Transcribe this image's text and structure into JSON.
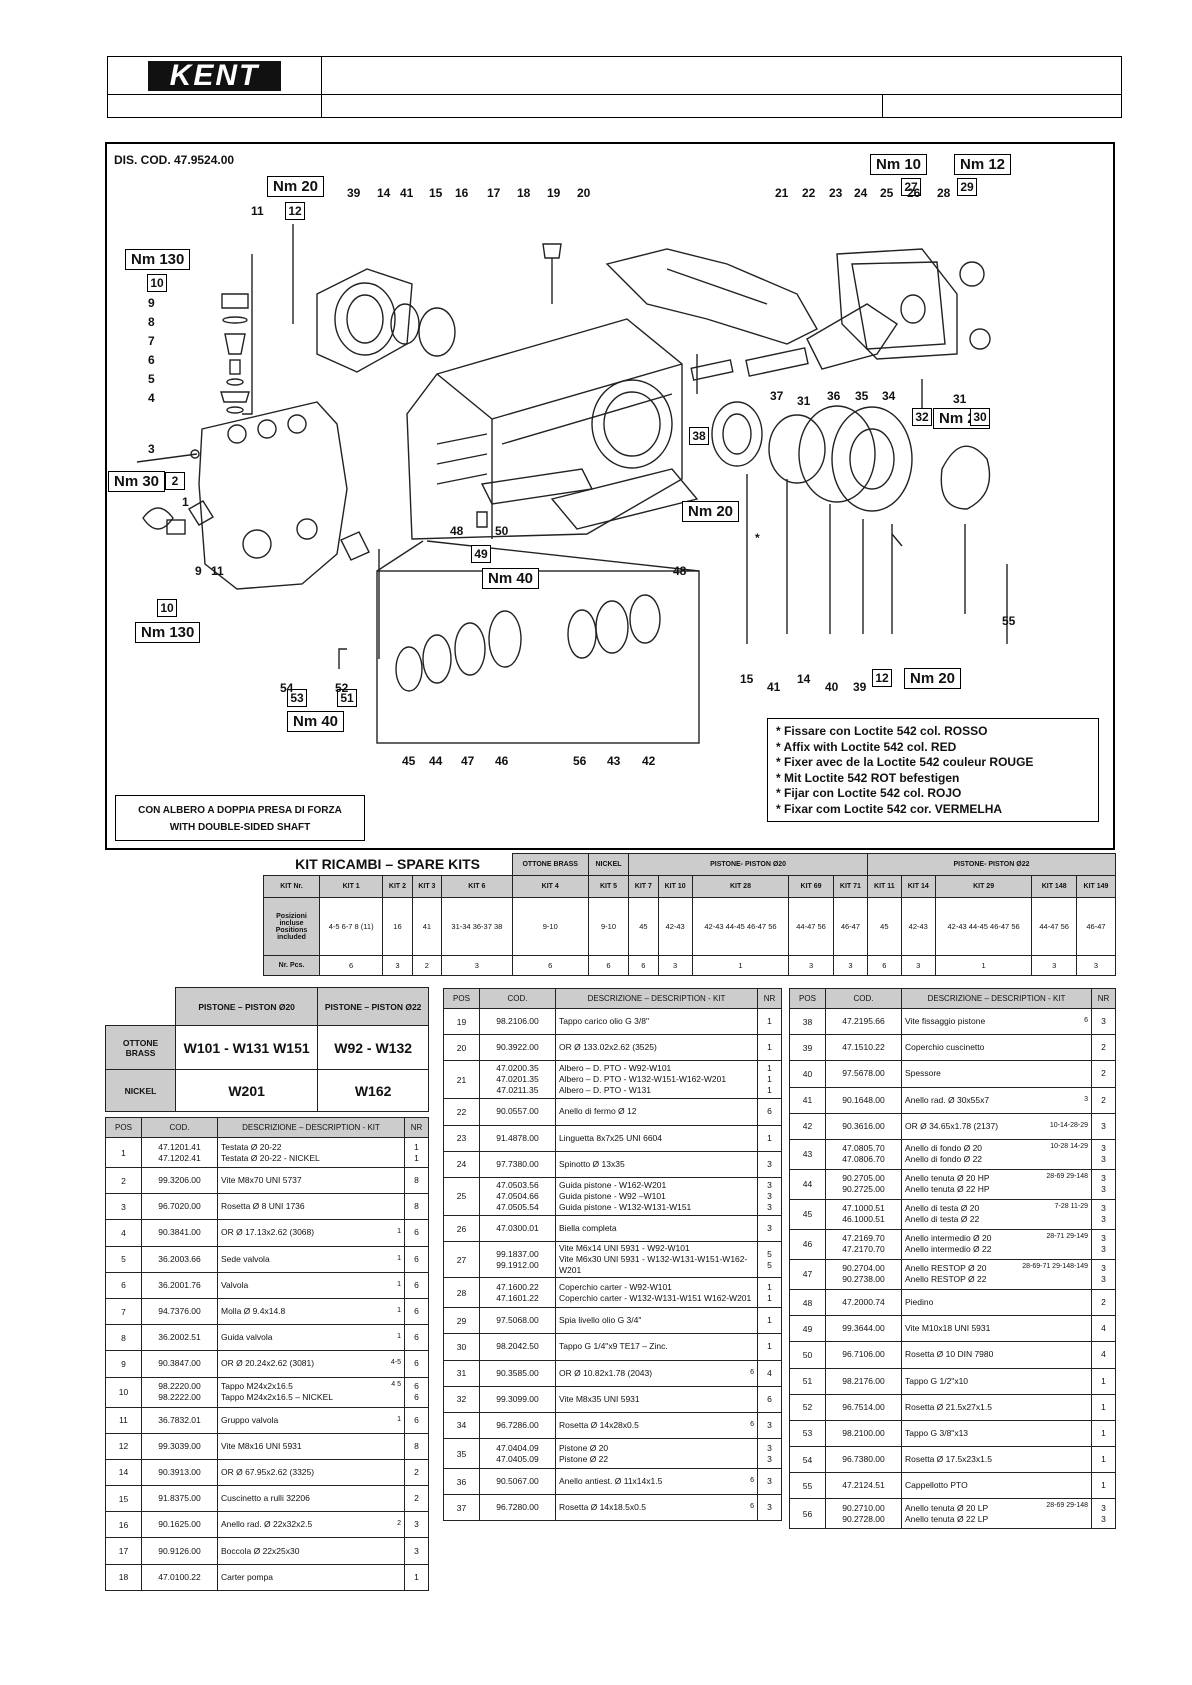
{
  "header": {
    "brand": "KENT"
  },
  "drawing": {
    "dis_code": "DIS. COD. 47.9524.00",
    "torques": [
      "Nm 20",
      "Nm 130",
      "Nm 30",
      "Nm 130",
      "Nm 40",
      "Nm 40",
      "Nm 20",
      "Nm 10",
      "Nm 12",
      "Nm 20",
      "Nm 20"
    ],
    "boxed_positions": [
      "12",
      "10",
      "2",
      "10",
      "49",
      "53",
      "51",
      "38",
      "27",
      "29",
      "32",
      "30",
      "12"
    ],
    "callouts": [
      "11",
      "39",
      "14",
      "41",
      "15",
      "16",
      "17",
      "18",
      "19",
      "20",
      "9",
      "8",
      "7",
      "6",
      "5",
      "4",
      "3",
      "1",
      "9",
      "11",
      "48",
      "50",
      "48",
      "21",
      "22",
      "23",
      "24",
      "25",
      "26",
      "28",
      "37",
      "31",
      "36",
      "35",
      "34",
      "31",
      "*",
      "15",
      "41",
      "14",
      "40",
      "39",
      "55",
      "54",
      "52",
      "45",
      "44",
      "47",
      "46",
      "56",
      "43",
      "42"
    ],
    "loctite_notes": [
      "* Fissare con Loctite 542 col. ROSSO",
      "* Affix with Loctite 542 col. RED",
      "* Fixer avec de la Loctite 542 couleur ROUGE",
      "* Mit Loctite 542 ROT befestigen",
      "* Fijar con Loctite 542 col. ROJO",
      "* Fixar com Loctite 542 cor. VERMELHA"
    ],
    "shaft_note": [
      "CON ALBERO A DOPPIA PRESA DI FORZA",
      "WITH DOUBLE-SIDED SHAFT"
    ]
  },
  "kits": {
    "title": "KIT RICAMBI – SPARE KITS",
    "group_brass": "OTTONE BRASS",
    "group_nickel": "NICKEL",
    "group_p20": "PISTONE- PISTON Ø20",
    "group_p22": "PISTONE- PISTON Ø22",
    "row_kit_label": "KIT Nr.",
    "row_pos_label": "Posizioni incluse Positions included",
    "row_pcs_label": "Nr. Pcs.",
    "names": [
      "KIT 1",
      "KIT 2",
      "KIT 3",
      "KIT 6",
      "KIT 4",
      "KIT 5",
      "KIT 7",
      "KIT 10",
      "KIT 28",
      "KIT 69",
      "KIT 71",
      "KIT 11",
      "KIT 14",
      "KIT 29",
      "KIT 148",
      "KIT 149"
    ],
    "positions": [
      "4-5 6-7 8 (11)",
      "16",
      "41",
      "31-34 36-37 38",
      "9-10",
      "9-10",
      "45",
      "42-43",
      "42-43 44-45 46-47 56",
      "44-47 56",
      "46-47",
      "45",
      "42-43",
      "42-43 44-45 46-47 56",
      "44-47 56",
      "46-47"
    ],
    "pcs": [
      "6",
      "3",
      "2",
      "3",
      "6",
      "6",
      "6",
      "3",
      "1",
      "3",
      "3",
      "6",
      "3",
      "1",
      "3",
      "3"
    ]
  },
  "pistons": {
    "h20": "PISTONE – PISTON Ø20",
    "h22": "PISTONE – PISTON Ø22",
    "brass_label": "OTTONE BRASS",
    "nickel_label": "NICKEL",
    "brass_20": "W101 - W131 W151",
    "brass_22": "W92 - W132",
    "nickel_20": "W201",
    "nickel_22": "W162"
  },
  "parts_header": {
    "pos": "POS",
    "cod": "COD.",
    "desc": "DESCRIZIONE – DESCRIPTION - KIT",
    "nr": "NR"
  },
  "parts1": [
    {
      "pos": "1",
      "cod": [
        "47.1201.41",
        "47.1202.41"
      ],
      "desc": [
        "Testata Ø 20-22",
        "Testata Ø 20-22 - NICKEL"
      ],
      "kit": "",
      "nr": [
        "1",
        "1"
      ]
    },
    {
      "pos": "2",
      "cod": [
        "99.3206.00"
      ],
      "desc": [
        "Vite M8x70 UNI 5737"
      ],
      "kit": "",
      "nr": [
        "8"
      ]
    },
    {
      "pos": "3",
      "cod": [
        "96.7020.00"
      ],
      "desc": [
        "Rosetta Ø 8 UNI 1736"
      ],
      "kit": "",
      "nr": [
        "8"
      ]
    },
    {
      "pos": "4",
      "cod": [
        "90.3841.00"
      ],
      "desc": [
        "OR Ø 17.13x2.62 (3068)"
      ],
      "kit": "1",
      "nr": [
        "6"
      ]
    },
    {
      "pos": "5",
      "cod": [
        "36.2003.66"
      ],
      "desc": [
        "Sede valvola"
      ],
      "kit": "1",
      "nr": [
        "6"
      ]
    },
    {
      "pos": "6",
      "cod": [
        "36.2001.76"
      ],
      "desc": [
        "Valvola"
      ],
      "kit": "1",
      "nr": [
        "6"
      ]
    },
    {
      "pos": "7",
      "cod": [
        "94.7376.00"
      ],
      "desc": [
        "Molla Ø 9.4x14.8"
      ],
      "kit": "1",
      "nr": [
        "6"
      ]
    },
    {
      "pos": "8",
      "cod": [
        "36.2002.51"
      ],
      "desc": [
        "Guida valvola"
      ],
      "kit": "1",
      "nr": [
        "6"
      ]
    },
    {
      "pos": "9",
      "cod": [
        "90.3847.00"
      ],
      "desc": [
        "OR Ø 20.24x2.62 (3081)"
      ],
      "kit": "4-5",
      "nr": [
        "6"
      ]
    },
    {
      "pos": "10",
      "cod": [
        "98.2220.00",
        "98.2222.00"
      ],
      "desc": [
        "Tappo M24x2x16.5",
        "Tappo M24x2x16.5 – NICKEL"
      ],
      "kit": "4 5",
      "nr": [
        "6",
        "6"
      ]
    },
    {
      "pos": "11",
      "cod": [
        "36.7832.01"
      ],
      "desc": [
        "Gruppo valvola"
      ],
      "kit": "1",
      "nr": [
        "6"
      ]
    },
    {
      "pos": "12",
      "cod": [
        "99.3039.00"
      ],
      "desc": [
        "Vite M8x16 UNI 5931"
      ],
      "kit": "",
      "nr": [
        "8"
      ]
    },
    {
      "pos": "14",
      "cod": [
        "90.3913.00"
      ],
      "desc": [
        "OR Ø 67.95x2.62 (3325)"
      ],
      "kit": "",
      "nr": [
        "2"
      ]
    },
    {
      "pos": "15",
      "cod": [
        "91.8375.00"
      ],
      "desc": [
        "Cuscinetto a rulli 32206"
      ],
      "kit": "",
      "nr": [
        "2"
      ]
    },
    {
      "pos": "16",
      "cod": [
        "90.1625.00"
      ],
      "desc": [
        "Anello rad. Ø 22x32x2.5"
      ],
      "kit": "2",
      "nr": [
        "3"
      ]
    },
    {
      "pos": "17",
      "cod": [
        "90.9126.00"
      ],
      "desc": [
        "Boccola Ø 22x25x30"
      ],
      "kit": "",
      "nr": [
        "3"
      ]
    },
    {
      "pos": "18",
      "cod": [
        "47.0100.22"
      ],
      "desc": [
        "Carter pompa"
      ],
      "kit": "",
      "nr": [
        "1"
      ]
    }
  ],
  "parts2": [
    {
      "pos": "19",
      "cod": [
        "98.2106.00"
      ],
      "desc": [
        "Tappo carico olio G 3/8\""
      ],
      "kit": "",
      "nr": [
        "1"
      ]
    },
    {
      "pos": "20",
      "cod": [
        "90.3922.00"
      ],
      "desc": [
        "OR Ø 133.02x2.62 (3525)"
      ],
      "kit": "",
      "nr": [
        "1"
      ]
    },
    {
      "pos": "21",
      "cod": [
        "47.0200.35",
        "47.0201.35",
        "47.0211.35"
      ],
      "desc": [
        "Albero – D. PTO - W92-W101",
        "Albero – D. PTO - W132-W151-W162-W201",
        "Albero – D. PTO - W131"
      ],
      "kit": "",
      "nr": [
        "1",
        "1",
        "1"
      ]
    },
    {
      "pos": "22",
      "cod": [
        "90.0557.00"
      ],
      "desc": [
        "Anello di fermo Ø 12"
      ],
      "kit": "",
      "nr": [
        "6"
      ]
    },
    {
      "pos": "23",
      "cod": [
        "91.4878.00"
      ],
      "desc": [
        "Linguetta 8x7x25 UNI 6604"
      ],
      "kit": "",
      "nr": [
        "1"
      ]
    },
    {
      "pos": "24",
      "cod": [
        "97.7380.00"
      ],
      "desc": [
        "Spinotto Ø 13x35"
      ],
      "kit": "",
      "nr": [
        "3"
      ]
    },
    {
      "pos": "25",
      "cod": [
        "47.0503.56",
        "47.0504.66",
        "47.0505.54"
      ],
      "desc": [
        "Guida pistone - W162-W201",
        "Guida pistone - W92 –W101",
        "Guida pistone - W132-W131-W151"
      ],
      "kit": "",
      "nr": [
        "3",
        "3",
        "3"
      ]
    },
    {
      "pos": "26",
      "cod": [
        "47.0300.01"
      ],
      "desc": [
        "Biella completa"
      ],
      "kit": "",
      "nr": [
        "3"
      ]
    },
    {
      "pos": "27",
      "cod": [
        "99.1837.00",
        "99.1912.00"
      ],
      "desc": [
        "Vite M6x14 UNI 5931 - W92-W101",
        "Vite M6x30 UNI 5931 - W132-W131-W151-W162-W201"
      ],
      "kit": "",
      "nr": [
        "5",
        "5"
      ]
    },
    {
      "pos": "28",
      "cod": [
        "47.1600.22",
        "47.1601.22"
      ],
      "desc": [
        "Coperchio carter - W92-W101",
        "Coperchio carter - W132-W131-W151 W162-W201"
      ],
      "kit": "",
      "nr": [
        "1",
        "1"
      ]
    },
    {
      "pos": "29",
      "cod": [
        "97.5068.00"
      ],
      "desc": [
        "Spia livello olio G 3/4\""
      ],
      "kit": "",
      "nr": [
        "1"
      ]
    },
    {
      "pos": "30",
      "cod": [
        "98.2042.50"
      ],
      "desc": [
        "Tappo G 1/4\"x9 TE17 – Zinc."
      ],
      "kit": "",
      "nr": [
        "1"
      ]
    },
    {
      "pos": "31",
      "cod": [
        "90.3585.00"
      ],
      "desc": [
        "OR Ø 10.82x1.78 (2043)"
      ],
      "kit": "6",
      "nr": [
        "4"
      ]
    },
    {
      "pos": "32",
      "cod": [
        "99.3099.00"
      ],
      "desc": [
        "Vite M8x35 UNI 5931"
      ],
      "kit": "",
      "nr": [
        "6"
      ]
    },
    {
      "pos": "34",
      "cod": [
        "96.7286.00"
      ],
      "desc": [
        "Rosetta Ø 14x28x0.5"
      ],
      "kit": "6",
      "nr": [
        "3"
      ]
    },
    {
      "pos": "35",
      "cod": [
        "47.0404.09",
        "47.0405.09"
      ],
      "desc": [
        "Pistone Ø 20",
        "Pistone Ø 22"
      ],
      "kit": "",
      "nr": [
        "3",
        "3"
      ]
    },
    {
      "pos": "36",
      "cod": [
        "90.5067.00"
      ],
      "desc": [
        "Anello antiest. Ø 11x14x1.5"
      ],
      "kit": "6",
      "nr": [
        "3"
      ]
    },
    {
      "pos": "37",
      "cod": [
        "96.7280.00"
      ],
      "desc": [
        "Rosetta Ø 14x18.5x0.5"
      ],
      "kit": "6",
      "nr": [
        "3"
      ]
    }
  ],
  "parts3": [
    {
      "pos": "38",
      "cod": [
        "47.2195.66"
      ],
      "desc": [
        "Vite fissaggio pistone"
      ],
      "kit": "6",
      "nr": [
        "3"
      ]
    },
    {
      "pos": "39",
      "cod": [
        "47.1510.22"
      ],
      "desc": [
        "Coperchio cuscinetto"
      ],
      "kit": "",
      "nr": [
        "2"
      ]
    },
    {
      "pos": "40",
      "cod": [
        "97.5678.00"
      ],
      "desc": [
        "Spessore"
      ],
      "kit": "",
      "nr": [
        "2"
      ]
    },
    {
      "pos": "41",
      "cod": [
        "90.1648.00"
      ],
      "desc": [
        "Anello rad. Ø 30x55x7"
      ],
      "kit": "3",
      "nr": [
        "2"
      ]
    },
    {
      "pos": "42",
      "cod": [
        "90.3616.00"
      ],
      "desc": [
        "OR Ø 34.65x1.78 (2137)"
      ],
      "kit": "10-14-28-29",
      "nr": [
        "3"
      ]
    },
    {
      "pos": "43",
      "cod": [
        "47.0805.70",
        "47.0806.70"
      ],
      "desc": [
        "Anello di fondo Ø 20",
        "Anello di fondo Ø 22"
      ],
      "kit": "10-28 14-29",
      "nr": [
        "3",
        "3"
      ]
    },
    {
      "pos": "44",
      "cod": [
        "90.2705.00",
        "90.2725.00"
      ],
      "desc": [
        "Anello tenuta Ø 20 HP",
        "Anello tenuta Ø 22 HP"
      ],
      "kit": "28-69 29-148",
      "nr": [
        "3",
        "3"
      ]
    },
    {
      "pos": "45",
      "cod": [
        "47.1000.51",
        "46.1000.51"
      ],
      "desc": [
        "Anello di testa Ø 20",
        "Anello di testa Ø 22"
      ],
      "kit": "7-28 11-29",
      "nr": [
        "3",
        "3"
      ]
    },
    {
      "pos": "46",
      "cod": [
        "47.2169.70",
        "47.2170.70"
      ],
      "desc": [
        "Anello intermedio Ø 20",
        "Anello intermedio Ø 22"
      ],
      "kit": "28-71 29-149",
      "nr": [
        "3",
        "3"
      ]
    },
    {
      "pos": "47",
      "cod": [
        "90.2704.00",
        "90.2738.00"
      ],
      "desc": [
        "Anello RESTOP Ø 20",
        "Anello RESTOP Ø 22"
      ],
      "kit": "28-69-71 29-148-149",
      "nr": [
        "3",
        "3"
      ]
    },
    {
      "pos": "48",
      "cod": [
        "47.2000.74"
      ],
      "desc": [
        "Piedino"
      ],
      "kit": "",
      "nr": [
        "2"
      ]
    },
    {
      "pos": "49",
      "cod": [
        "99.3644.00"
      ],
      "desc": [
        "Vite M10x18 UNI 5931"
      ],
      "kit": "",
      "nr": [
        "4"
      ]
    },
    {
      "pos": "50",
      "cod": [
        "96.7106.00"
      ],
      "desc": [
        "Rosetta Ø 10 DIN 7980"
      ],
      "kit": "",
      "nr": [
        "4"
      ]
    },
    {
      "pos": "51",
      "cod": [
        "98.2176.00"
      ],
      "desc": [
        "Tappo G 1/2\"x10"
      ],
      "kit": "",
      "nr": [
        "1"
      ]
    },
    {
      "pos": "52",
      "cod": [
        "96.7514.00"
      ],
      "desc": [
        "Rosetta Ø 21.5x27x1.5"
      ],
      "kit": "",
      "nr": [
        "1"
      ]
    },
    {
      "pos": "53",
      "cod": [
        "98.2100.00"
      ],
      "desc": [
        "Tappo G 3/8\"x13"
      ],
      "kit": "",
      "nr": [
        "1"
      ]
    },
    {
      "pos": "54",
      "cod": [
        "96.7380.00"
      ],
      "desc": [
        "Rosetta Ø 17.5x23x1.5"
      ],
      "kit": "",
      "nr": [
        "1"
      ]
    },
    {
      "pos": "55",
      "cod": [
        "47.2124.51"
      ],
      "desc": [
        "Cappellotto PTO"
      ],
      "kit": "",
      "nr": [
        "1"
      ]
    },
    {
      "pos": "56",
      "cod": [
        "90.2710.00",
        "90.2728.00"
      ],
      "desc": [
        "Anello tenuta Ø 20 LP",
        "Anello tenuta Ø 22 LP"
      ],
      "kit": "28-69 29-148",
      "nr": [
        "3",
        "3"
      ]
    }
  ]
}
